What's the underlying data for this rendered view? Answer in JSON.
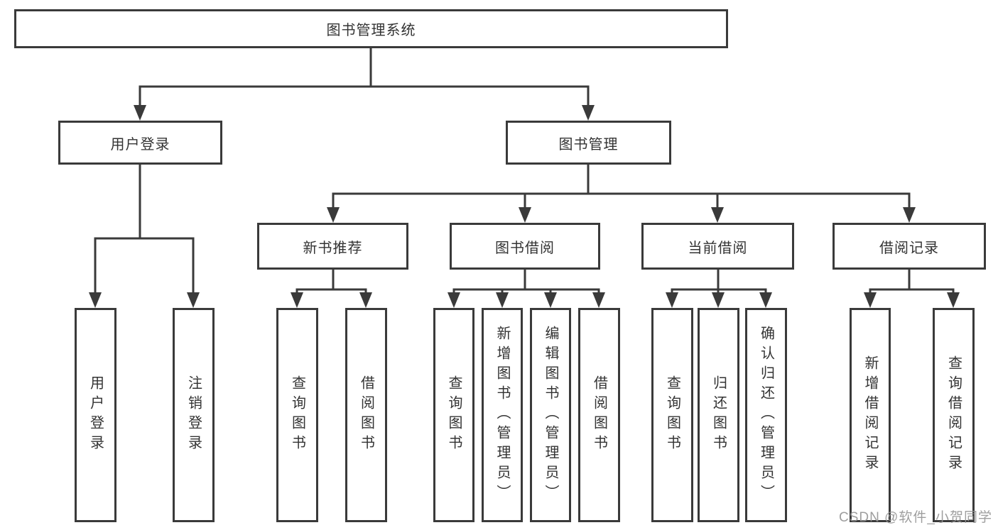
{
  "diagram_title": "图书管理系统",
  "nodes": {
    "root": "图书管理系统",
    "user_login": "用户登录",
    "book_mgmt": "图书管理",
    "new_book_rec": "新书推荐",
    "book_borrow": "图书借阅",
    "current_borrow": "当前借阅",
    "borrow_record": "借阅记录",
    "leaf_user_login": "用户登录",
    "leaf_logout": "注销登录",
    "leaf_rec_query_books": "查询图书",
    "leaf_rec_borrow_books": "借阅图书",
    "leaf_bb_query_books": "查询图书",
    "leaf_bb_add_books_admin": "新增图书（管理员）",
    "leaf_bb_edit_books_admin": "编辑图书（管理员）",
    "leaf_bb_borrow_books": "借阅图书",
    "leaf_cb_query_books": "查询图书",
    "leaf_cb_return_books": "归还图书",
    "leaf_cb_confirm_return_admin": "确认归还（管理员）",
    "leaf_br_add_record": "新增借阅记录",
    "leaf_br_query_record": "查询借阅记录"
  },
  "watermark": "CSDN @软件_小贺同学",
  "colors": {
    "line": "#3a3a3a",
    "text": "#333333",
    "background": "#ffffff",
    "watermark": "#949494"
  }
}
